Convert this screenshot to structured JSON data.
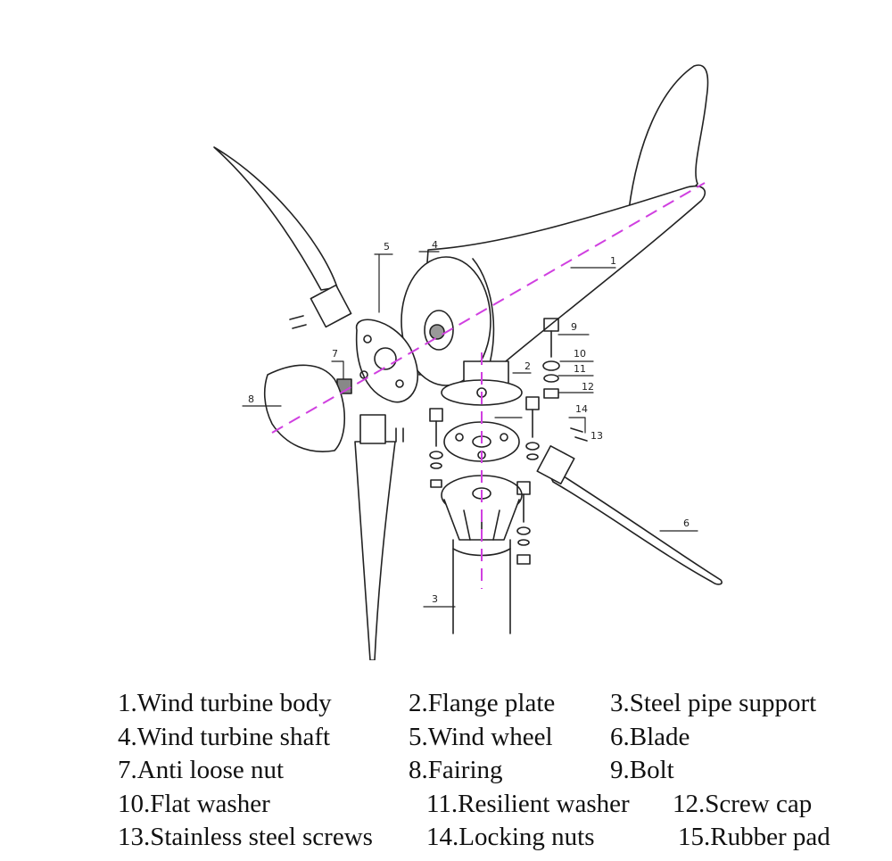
{
  "diagram": {
    "callouts": [
      "1",
      "2",
      "3",
      "4",
      "5",
      "6",
      "7",
      "8",
      "9",
      "10",
      "11",
      "12",
      "13",
      "14"
    ]
  },
  "legend": [
    [
      "1.Wind turbine body",
      "2.Flange plate",
      "3.Steel pipe support"
    ],
    [
      "4.Wind turbine shaft",
      "5.Wind wheel",
      "6.Blade"
    ],
    [
      "7.Anti loose nut",
      "8.Fairing",
      "9.Bolt"
    ],
    [
      "10.Flat washer",
      "11.Resilient washer",
      "12.Screw cap"
    ],
    [
      "13.Stainless steel screws",
      "14.Locking nuts",
      "15.Rubber pad"
    ]
  ],
  "colors": {
    "axis": "#d040e0",
    "ink": "#222222"
  }
}
